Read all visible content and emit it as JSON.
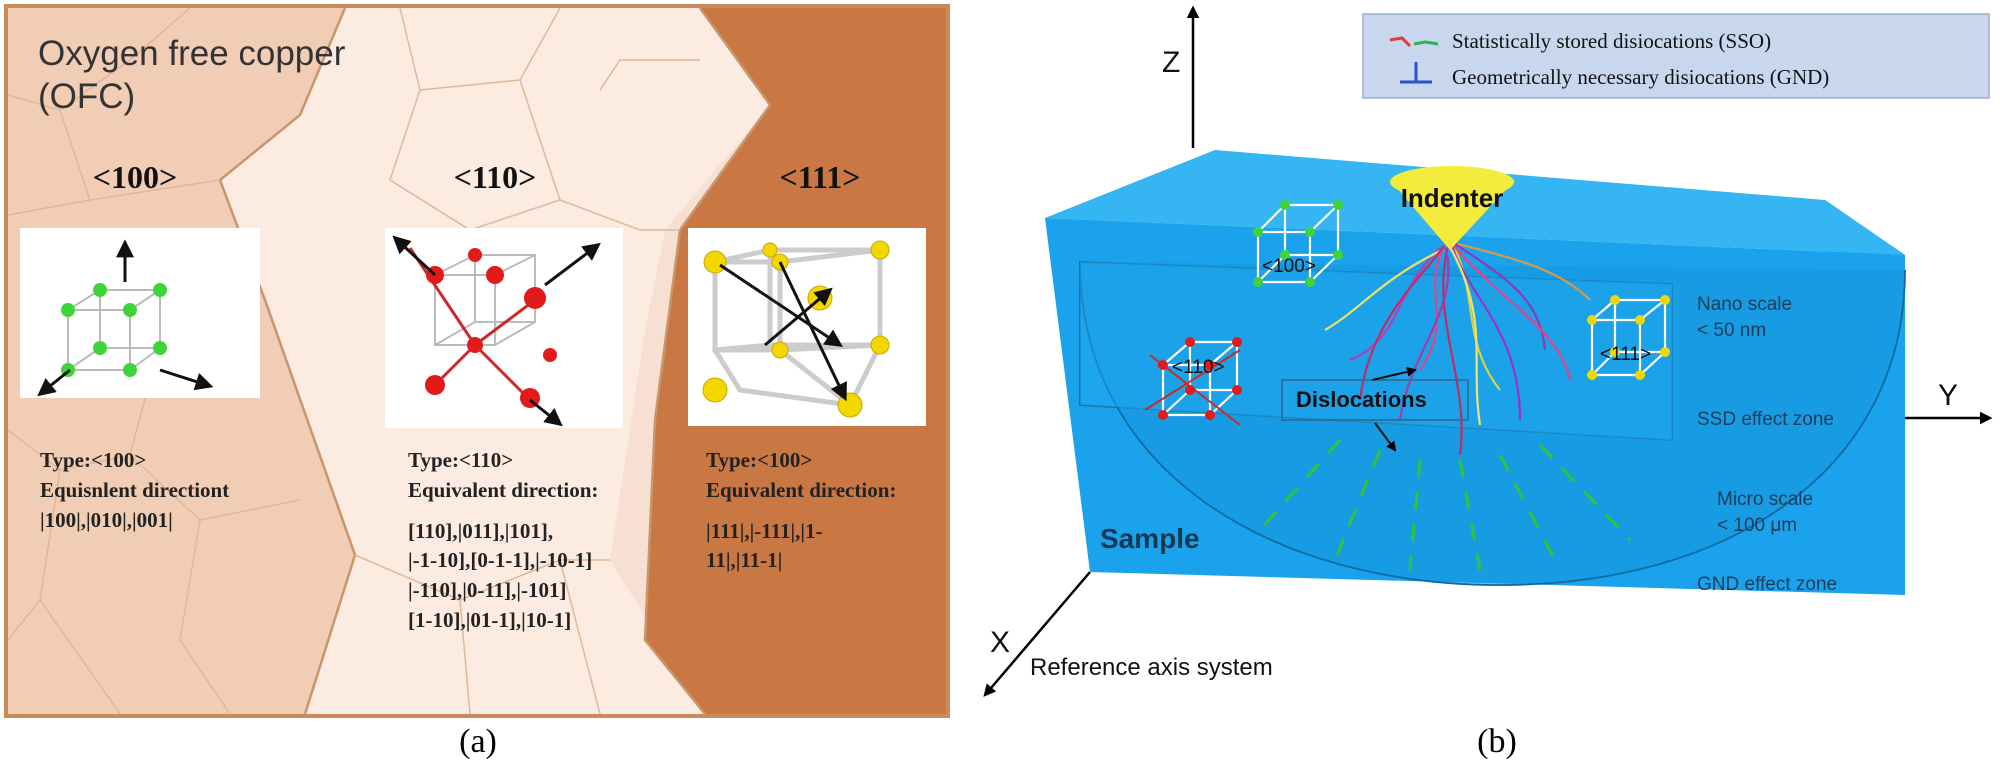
{
  "panel_a": {
    "title_line1": "Oxygen free copper",
    "title_line2": "(OFC)",
    "caption": "(a)",
    "grains": [
      {
        "heading": "<100>",
        "type": "Type:<100>",
        "equiv_label": "Equisnlent directiont",
        "directions": [
          "|100|,|010|,|001|"
        ]
      },
      {
        "heading": "<110>",
        "type": "Type:<110>",
        "equiv_label": "Equivalent direction:",
        "directions": [
          "[110],|011],|101],",
          "|-1-10],[0-1-1],|-10-1]",
          "|-110],|0-11],|-101]",
          "[1-10],|01-1],|10-1]"
        ]
      },
      {
        "heading": "<111>",
        "type": "Type:<100>",
        "equiv_label": "Equivalent direction:",
        "directions": [
          "|111|,|-111|,|1-",
          "11|,|11-1|"
        ]
      }
    ]
  },
  "panel_b": {
    "caption": "(b)",
    "axes": {
      "z": "Z",
      "y": "Y",
      "x": "X",
      "reference": "Reference axis system"
    },
    "legend": {
      "ssd": "Statistically stored disiocations (SSO)",
      "gnd": "Geometrically necessary disiocations (GND)"
    },
    "labels": {
      "indenter": "Indenter",
      "dislocations": "Dislocations",
      "sample": "Sample",
      "cube_100": "<100>",
      "cube_110": "<110>",
      "cube_111": "<111>",
      "nano_scale": "Nano scale",
      "nano_value": "< 50 nm",
      "ssd_zone": "SSD effect zone",
      "micro_scale": "Micro scale",
      "micro_value": "< 100 μm",
      "gnd_zone": "GND effect zone"
    },
    "colors": {
      "sample_face": "#1aa3ec",
      "sample_top": "#35b6f2",
      "indenter": "#f4ec3c",
      "ssd_red": "#e23b3b",
      "ssd_green": "#2cb34a",
      "gnd_blue": "#2f50c8",
      "legend_bg": "#c8d6ee"
    }
  }
}
